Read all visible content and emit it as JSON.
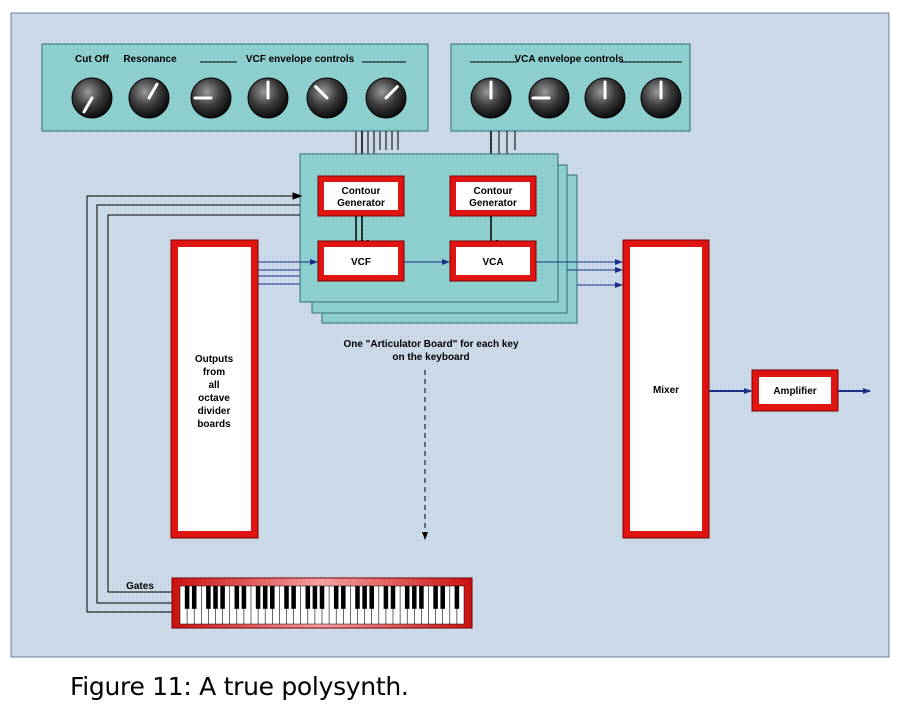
{
  "panels": {
    "vcf_controls": {
      "cutoff": "Cut Off",
      "resonance": "Resonance",
      "envelope": "VCF envelope controls"
    },
    "vca_controls": {
      "envelope": "VCA envelope controls"
    }
  },
  "boards": {
    "contour_generator": "Contour Generator",
    "contour_generator_lines": [
      "Contour",
      "Generator"
    ],
    "vcf": "VCF",
    "vca": "VCA",
    "articulator_note": [
      "One \"Articulator Board\" for each key",
      "on the keyboard"
    ]
  },
  "outputs_block": [
    "Outputs",
    "from",
    "all",
    "octave",
    "divider",
    "boards"
  ],
  "mixer": "Mixer",
  "amplifier": "Amplifier",
  "keyboard": {
    "gates_label": "Gates"
  },
  "caption": "Figure 11: A true polysynth.",
  "colors": {
    "background": "#ccd9e8",
    "panel": "#8ecfd0",
    "red_frame": "#e01410",
    "signal_line": "#1a2f8a"
  }
}
